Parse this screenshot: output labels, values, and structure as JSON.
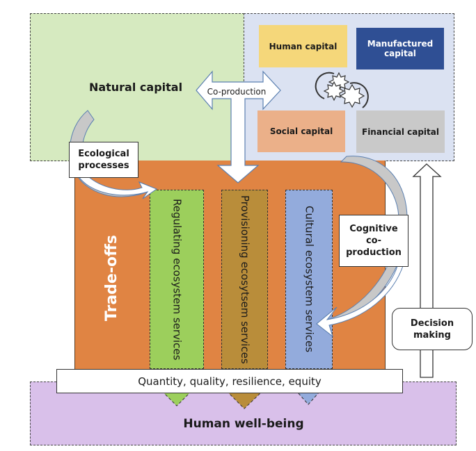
{
  "diagram": {
    "capitals": {
      "natural": "Natural capital",
      "human": "Human capital",
      "manufactured": "Manufactured capital",
      "social": "Social capital",
      "financial": "Financial capital"
    },
    "flows": {
      "co_production": "Co-production",
      "ecological_processes": "Ecological processes",
      "cognitive_co_production": "Cognitive co-production",
      "decision_making": "Decision making"
    },
    "trade_offs": "Trade-offs",
    "services": [
      {
        "label": "Regulating ecosystem services",
        "color": "#9ccf5c"
      },
      {
        "label": "Provisioning ecosytsem services",
        "color": "#b98d3a"
      },
      {
        "label": "Cultural ecosystem services",
        "color": "#93abdc"
      }
    ],
    "attributes": "Quantity, quality, resilience, equity",
    "outcome": "Human well-being",
    "colors": {
      "natural": "#d6eac0",
      "other_capitals": "#dbe2f2",
      "trade_offs": "#e08443",
      "well_being": "#d9c0ea"
    }
  }
}
